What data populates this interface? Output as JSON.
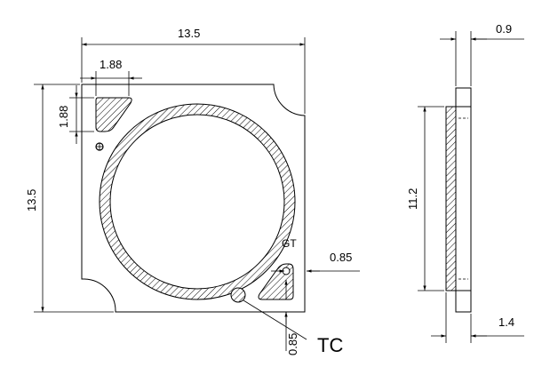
{
  "front_view": {
    "width_label": "13.5",
    "height_label": "13.5",
    "pad_width_label": "1.88",
    "pad_height_label": "1.88",
    "gt_label": "GT",
    "tc_label": "TC",
    "offset_x_label": "0.85",
    "offset_y_label": "0.85"
  },
  "side_view": {
    "thickness_label": "0.9",
    "height_label": "11.2",
    "total_label": "1.4"
  }
}
